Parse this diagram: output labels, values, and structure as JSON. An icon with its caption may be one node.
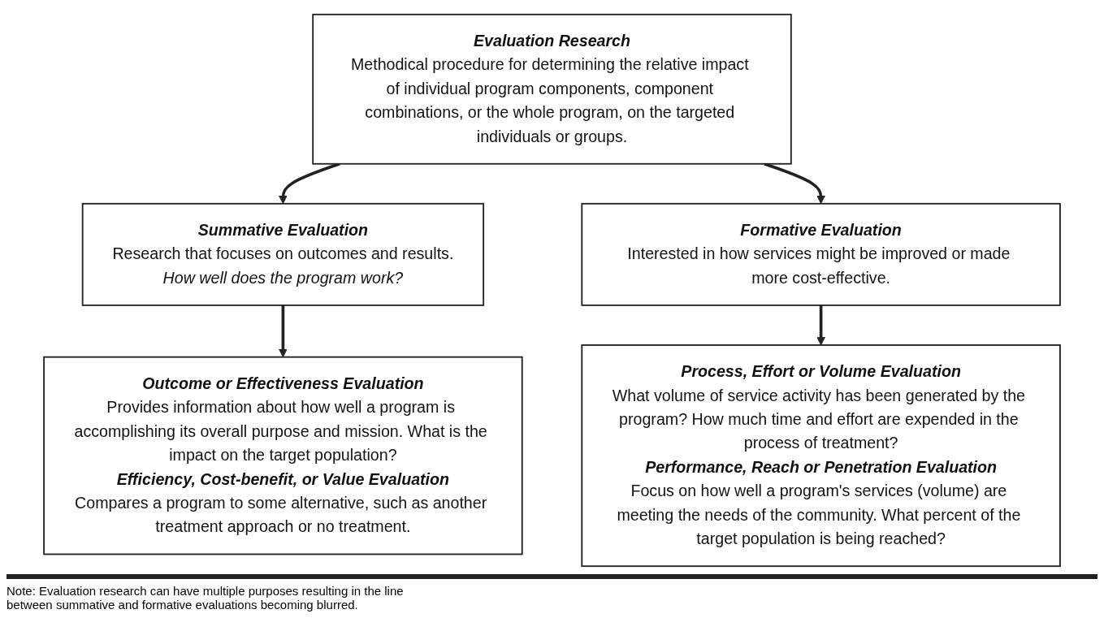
{
  "diagram": {
    "nodes": [
      {
        "text": [
          "Evaluation Research",
          "Methodical procedure for determining the relative impact of individual program components, component combinations, or the whole program, on the targeted individuals or groups."
        ]
      },
      {
        "text": [
          "Summative Evaluation",
          "Research that focuses on outcomes and results.",
          "How well does the program work?"
        ]
      },
      {
        "text": [
          "Formative Evaluation",
          "Interested in how services might be improved or made more cost-effective."
        ]
      },
      {
        "text": [
          "Outcome or Effectiveness Evaluation",
          "Provides information about how well a program is accomplishing its overall purpose and mission. What is the impact on the target population?",
          "Efficiency, Cost-benefit, or Value Evaluation",
          "Compares a program to some alternative, such as another treatment approach or no treatment."
        ]
      },
      {
        "text": [
          "Process, Effort or Volume Evaluation",
          "What volume of service activity has been generated by the program? How much time and effort are expended in the process of treatment?",
          "Performance, Reach or Penetration Evaluation",
          "Focus on how well a program's services (volume) are meeting the needs of the community. What percent of the target population is being reached?"
        ]
      }
    ],
    "edges": [
      {
        "from": 0,
        "to": 1,
        "arrow": "to"
      },
      {
        "from": 0,
        "to": 2,
        "arrow": "to"
      },
      {
        "from": 1,
        "to": 3,
        "arrow": "to"
      },
      {
        "from": 2,
        "to": 4,
        "arrow": "to"
      }
    ],
    "labels": [
      "Note: Evaluation research can have multiple purposes resulting in the line between summative and formative evaluations becoming blurred."
    ]
  }
}
